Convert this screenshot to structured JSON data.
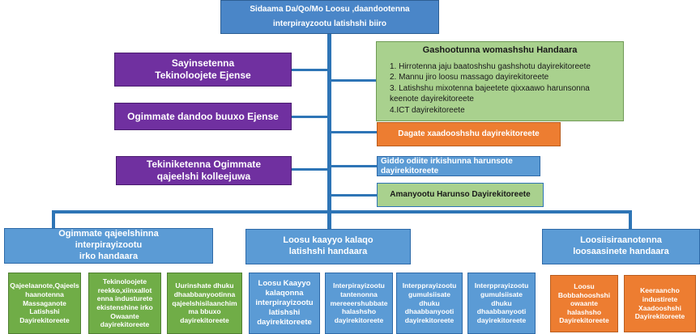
{
  "top": {
    "line1": "Sidaama Da/Qo/Mo Loosu ,daandootenna",
    "line2": "interpirayzootu latishshi biiro"
  },
  "left_boxes": [
    {
      "line1": "Sayinsetenna",
      "line2": "Tekinoloojete Ejense"
    },
    {
      "line1": "Ogimmate dandoo buuxo Ejense",
      "line2": ""
    },
    {
      "line1": "Tekiniketenna Ogimmate",
      "line2": "qajeelshi kolleejuwa"
    }
  ],
  "green_list": {
    "title": "Gashootunna womashshu Handaara",
    "items": [
      "1. Hirrotenna jaju baatoshshu gashshotu dayirekitoreete",
      "2. Mannu jiro loosu massago dayirekitoreete",
      "3. Latishshu mixotenna bajeetete qixxaawo harunsonna keenote dayirekitoreete",
      "4.ICT dayirekitoreete"
    ]
  },
  "right_boxes": {
    "dagate": "Dagate xaadooshshu dayirekitoreete",
    "giddo_line1": "Giddo odiite irkishunna harunsote",
    "giddo_line2": "dayirekitoreete",
    "amanyootu": "Amanyootu Harunso Dayirekitoreete"
  },
  "branches": [
    {
      "line1": "Ogimmate qajeelshinna",
      "line2": "interpirayizootu",
      "line3": "irko handaara",
      "children": [
        "Qajeelaanote,Qajeels haanotenna Massaganote Latishshi Dayirekitoreete",
        "Tekinoloojete reekko,xiinxallot enna industurete ekistenshine irko Owaante dayirekitoreete",
        "Uurinshate dhuku dhaabbanyootinna qajeelshisilaanchim ma bbuxo dayirekitoreete"
      ]
    },
    {
      "line1": "Loosu kaayyo kalaqo",
      "line2": "latishshi handaara",
      "line3": "",
      "children": [
        "Loosu Kaayyo kalaqonna interpirayizootu latishshi dayirekitoreete",
        "Interpirayizootu tantenonna mereeershubbate halashsho dayirekitoreete",
        "Interpprayizootu gumulsiisate dhuku dhaabbanyooti dayirekitoreete",
        "Interpprayizootu gumulsiisate dhuku dhaabbanyooti dayirekitoreete"
      ]
    },
    {
      "line1": "Loosiisiraanotenna",
      "line2": "loosaasinete handaara",
      "line3": "",
      "children": [
        "Loosu Bobbahooshshi owaante halashsho Dayirekitoreete",
        "Keeraancho industirete Xaadooshshi Dayirekitoreete"
      ]
    }
  ],
  "colors": {
    "blue_main": "#4a86c8",
    "blue": "#5b9bd5",
    "purple": "#7030a0",
    "green_light": "#a9d18e",
    "green_dark": "#70ad47",
    "orange": "#ed7d31",
    "connector": "#2e75b6"
  }
}
